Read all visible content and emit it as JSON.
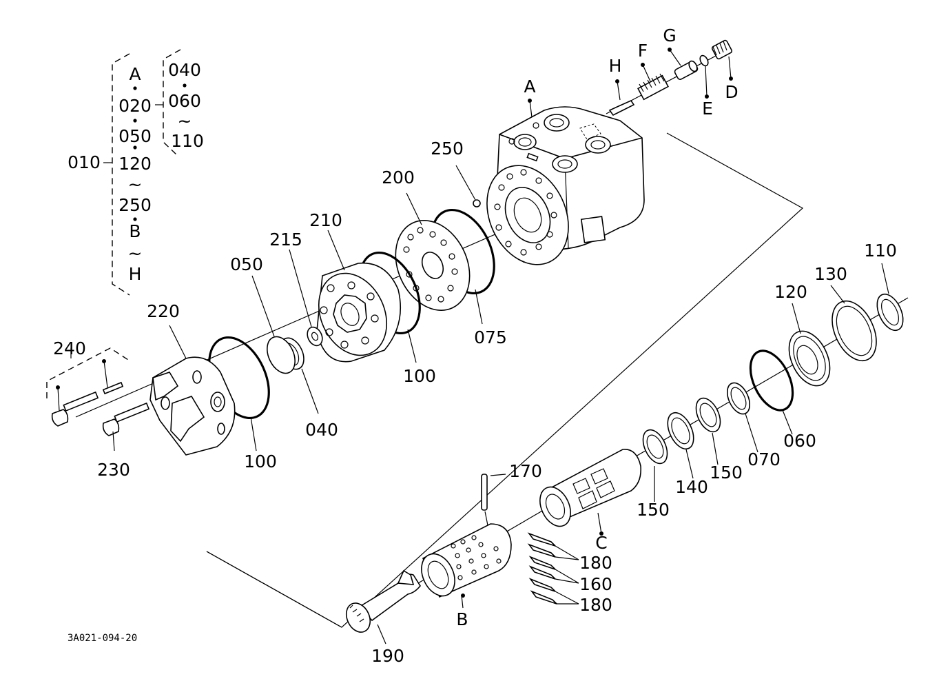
{
  "callouts": {
    "c010": "010",
    "tree_A": "A",
    "tree_020": "020",
    "tree_050": "050",
    "tree_120": "120",
    "tree_tilde1": "~",
    "tree_250": "250",
    "tree_B": "B",
    "tree_tilde2": "~",
    "tree_H": "H",
    "sub_040": "040",
    "sub_060": "060",
    "sub_tilde": "~",
    "sub_110": "110",
    "A": "A",
    "B": "B",
    "C": "C",
    "D": "D",
    "E": "E",
    "F": "F",
    "G": "G",
    "H": "H",
    "c040": "040",
    "c050": "050",
    "c060": "060",
    "c070": "070",
    "c075": "075",
    "c100a": "100",
    "c100b": "100",
    "c110": "110",
    "c120": "120",
    "c130": "130",
    "c140": "140",
    "c150a": "150",
    "c150b": "150",
    "c160": "160",
    "c170": "170",
    "c180a": "180",
    "c180b": "180",
    "c190": "190",
    "c200": "200",
    "c210": "210",
    "c215": "215",
    "c220": "220",
    "c230": "230",
    "c240": "240",
    "c250": "250"
  },
  "drawing_code": "3A021-094-20"
}
